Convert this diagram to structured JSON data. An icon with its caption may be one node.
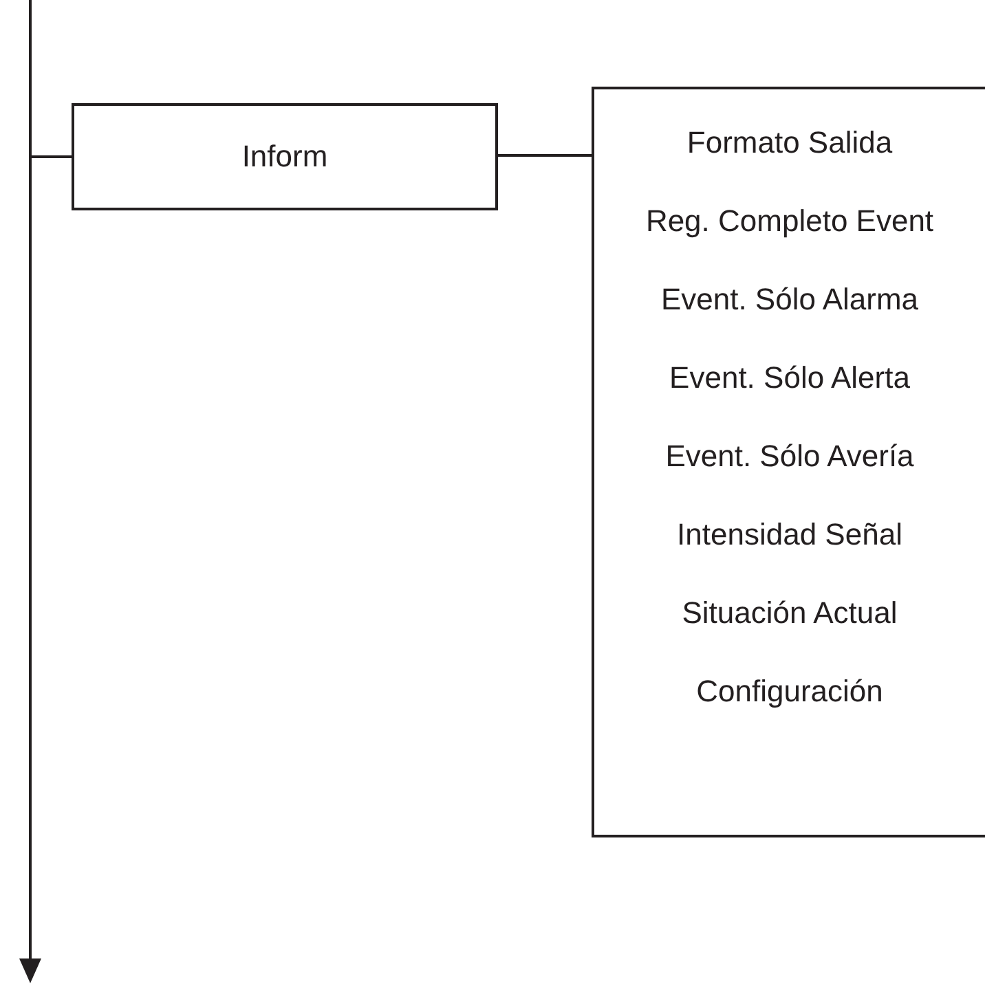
{
  "diagram": {
    "nodes": [
      {
        "text": [
          "Inform"
        ]
      },
      {
        "text": [
          "Formato Salida",
          "Reg. Completo Event",
          "Event. Sólo Alarma",
          "Event. Sólo Alerta",
          "Event. Sólo Avería",
          "Intensidad Señal",
          "Situación Actual",
          "Configuración"
        ]
      }
    ],
    "edges": [
      {
        "from": null,
        "to": 0,
        "arrow": "none"
      },
      {
        "from": 0,
        "to": 1,
        "arrow": "none"
      }
    ]
  }
}
